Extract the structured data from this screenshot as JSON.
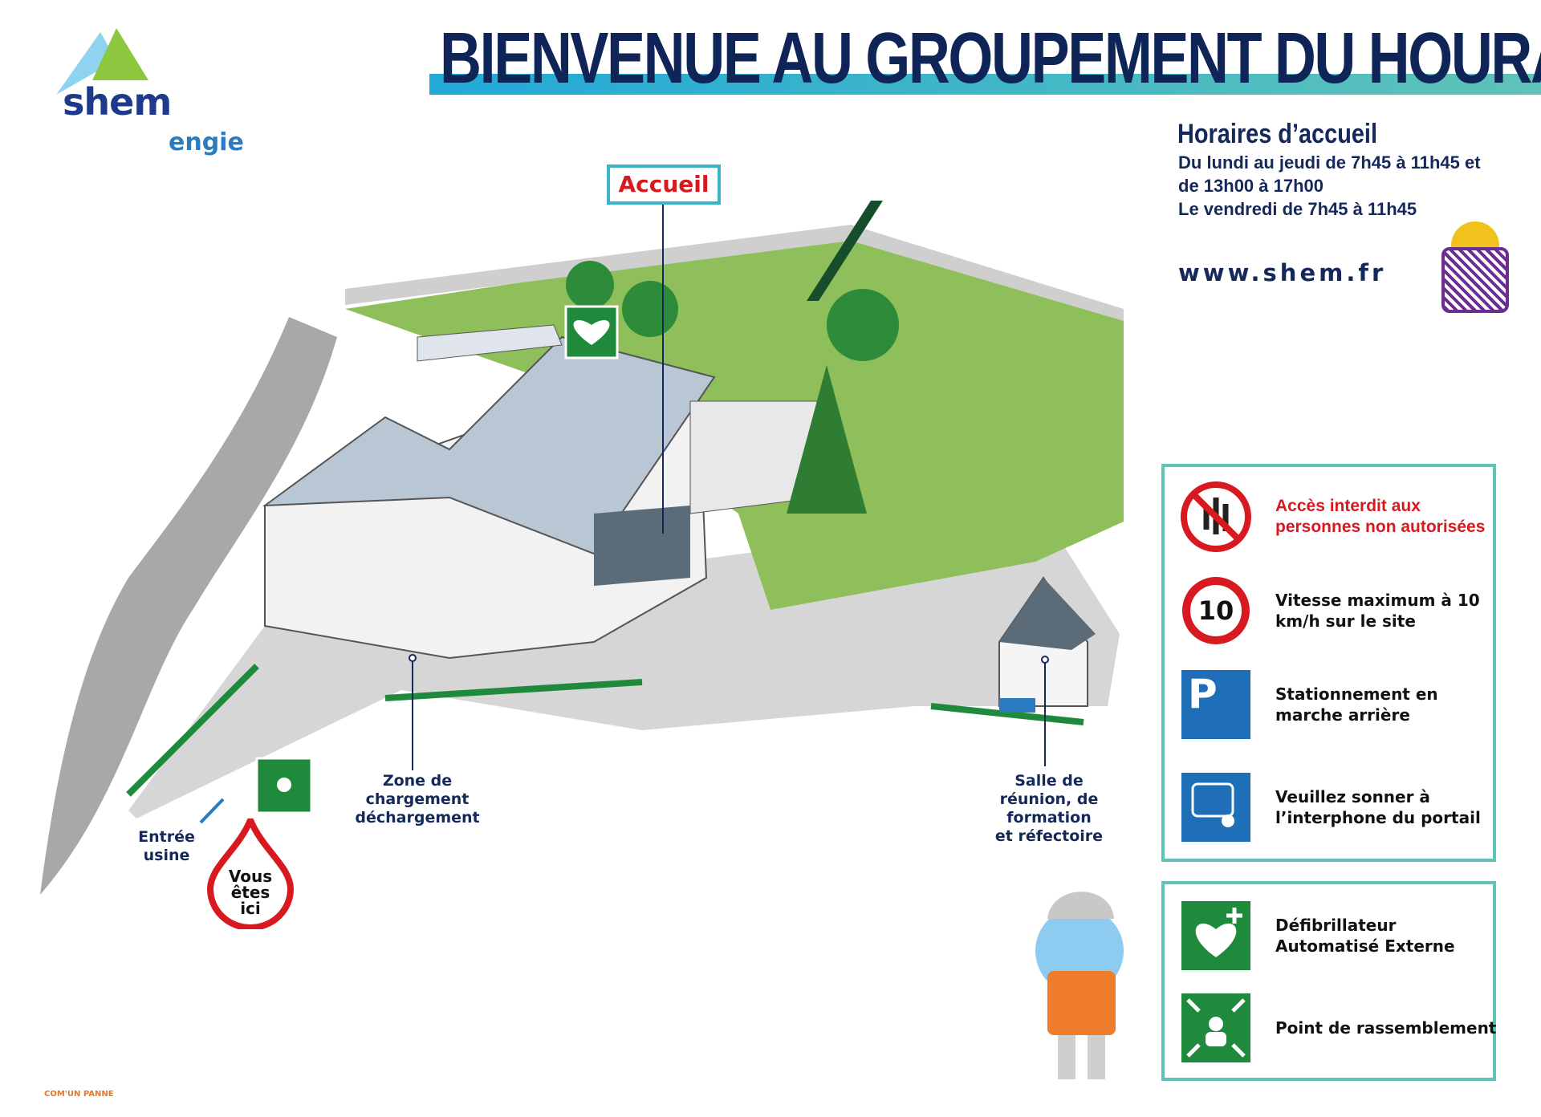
{
  "logo": {
    "brand": "shem",
    "parent": "engie"
  },
  "title": "BIENVENUE AU GROUPEMENT DU HOURAT",
  "hours": {
    "title": "Horaires d’accueil",
    "lines": [
      "Du lundi au jeudi de 7h45 à 11h45 et",
      "de 13h00 à 17h00",
      "Le vendredi de 7h45 à 11h45"
    ]
  },
  "website": "www.shem.fr",
  "map": {
    "accueil": "Accueil",
    "zone_chargement": [
      "Zone de",
      "chargement",
      "déchargement"
    ],
    "salle": [
      "Salle de",
      "réunion, de",
      "formation",
      "et réfectoire"
    ],
    "entree": [
      "Entrée",
      "usine"
    ],
    "vous_etes_ici": [
      "Vous",
      "êtes",
      "ici"
    ]
  },
  "rules": [
    {
      "icon": "no-entry-hand-icon",
      "text": "Accès interdit aux personnes non autorisées"
    },
    {
      "icon": "speed-limit-10-icon",
      "text": "Vitesse maximum à 10 km/h sur le site",
      "value": "10"
    },
    {
      "icon": "parking-reverse-icon",
      "text": "Stationnement en marche arrière",
      "value": "P"
    },
    {
      "icon": "intercom-icon",
      "text": "Veuillez sonner à l’interphone du portail"
    }
  ],
  "safety": [
    {
      "icon": "defibrillator-icon",
      "text": "Défibrillateur Automatisé Externe"
    },
    {
      "icon": "assembly-point-icon",
      "text": "Point de rassemblement"
    }
  ],
  "credit": "COM'UN PANNE",
  "colors": {
    "navy": "#0f2558",
    "red": "#d71920",
    "teal": "#5fc3b7",
    "green": "#1f8a3c",
    "grass": "#8fbf5a"
  }
}
